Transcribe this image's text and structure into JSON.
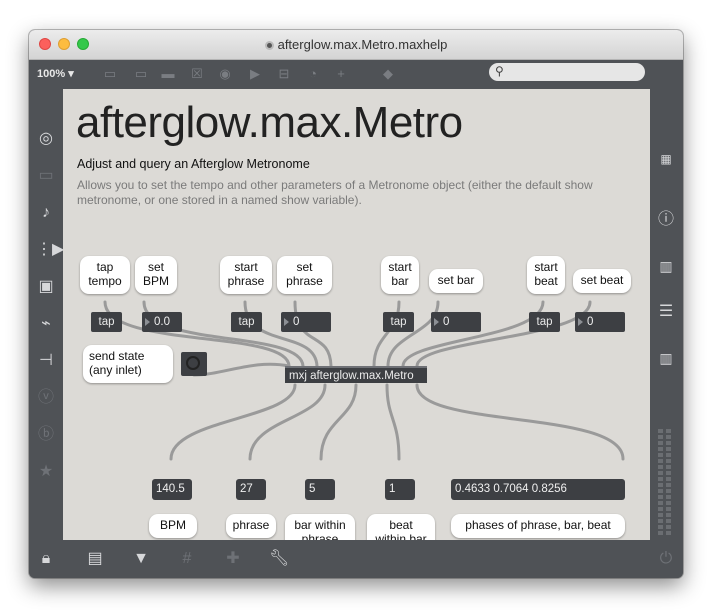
{
  "window": {
    "title": "afterglow.max.Metro.maxhelp",
    "zoom": "100%"
  },
  "patch": {
    "title": "afterglow.max.Metro",
    "subtitle": "Adjust and query an Afterglow Metronome",
    "description": "Allows you to set the tempo and other parameters of a Metronome object (either the default show metronome, or one stored in a named show variable)."
  },
  "inputs": {
    "tap_tempo_label": "tap\ntempo",
    "set_bpm_label": "set\nBPM",
    "start_phrase_label": "start\nphrase",
    "set_phrase_label": "set\nphrase",
    "start_bar_label": "start\nbar",
    "set_bar_label": "set bar",
    "start_beat_label": "start\nbeat",
    "set_beat_label": "set beat",
    "tap_label": "tap",
    "bpm_value": "0.0",
    "phrase_value": "0",
    "bar_value": "0",
    "beat_value": "0"
  },
  "state": {
    "label": "send state\n(any inlet)"
  },
  "object": {
    "label": "mxj afterglow.max.Metro"
  },
  "outputs": {
    "bpm_value": "140.5",
    "phrase_value": "27",
    "bar_within_phrase_value": "5",
    "beat_within_bar_value": "1",
    "phases_value": "0.4633 0.7064 0.8256",
    "bpm_label": "BPM",
    "phrase_label": "phrase",
    "bar_within_phrase_label": "bar within\nphrase",
    "beat_within_bar_label": "beat\nwithin bar",
    "phases_label": "phases of phrase,  bar, beat"
  },
  "icons": {
    "left_sidebar": [
      "target-icon",
      "keyboard-icon",
      "music-note-icon",
      "step-sequencer-icon",
      "image-icon",
      "paperclip-icon",
      "plug-icon",
      "vimeo-icon",
      "bandcamp-icon",
      "star-icon"
    ],
    "right_sidebar": [
      "grid-icon",
      "info-icon",
      "book-icon",
      "list-icon",
      "reference-book-icon"
    ],
    "bottom_bar": [
      "lock-icon",
      "presentation-icon",
      "present-mode-icon",
      "grid-toggle-icon",
      "add-object-icon",
      "wrench-icon",
      "power-icon"
    ]
  },
  "colors": {
    "canvas": "#dcdad6",
    "object": "#3d3f43",
    "chrome": "#4f5256",
    "wire": "#9a9a9a"
  }
}
